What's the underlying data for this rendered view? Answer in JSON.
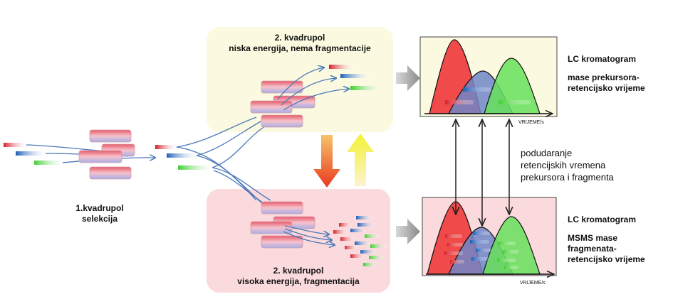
{
  "stage1": {
    "line1": "1.kvadrupol",
    "line2": "selekcija"
  },
  "quad_low": {
    "line1": "2. kvadrupol",
    "line2": "niska energija, nema fragmentacije"
  },
  "quad_high": {
    "line1": "2. kvadrupol",
    "line2": "visoka energija, fragmentacija"
  },
  "lc_top": {
    "title": "LC kromatogram",
    "line1": "mase prekursora-",
    "line2": "retencijsko vrijeme",
    "axis": "VRIJEME/s"
  },
  "lc_bottom": {
    "title": "LC kromatogram",
    "line1": "MSMS mase",
    "line2": "fragmenata-",
    "line3": "retencijsko vrijeme",
    "axis": "VRIJEME/s"
  },
  "matching": {
    "line1": "podudaranje",
    "line2": "retencijskih vremena",
    "line3": "prekursora i fragmenta"
  },
  "colors": {
    "red": "#e8404a",
    "blue": "#3a78c8",
    "green": "#5ad84a",
    "yellow_box": "#fbfae0",
    "pink_box": "#fadadd"
  }
}
